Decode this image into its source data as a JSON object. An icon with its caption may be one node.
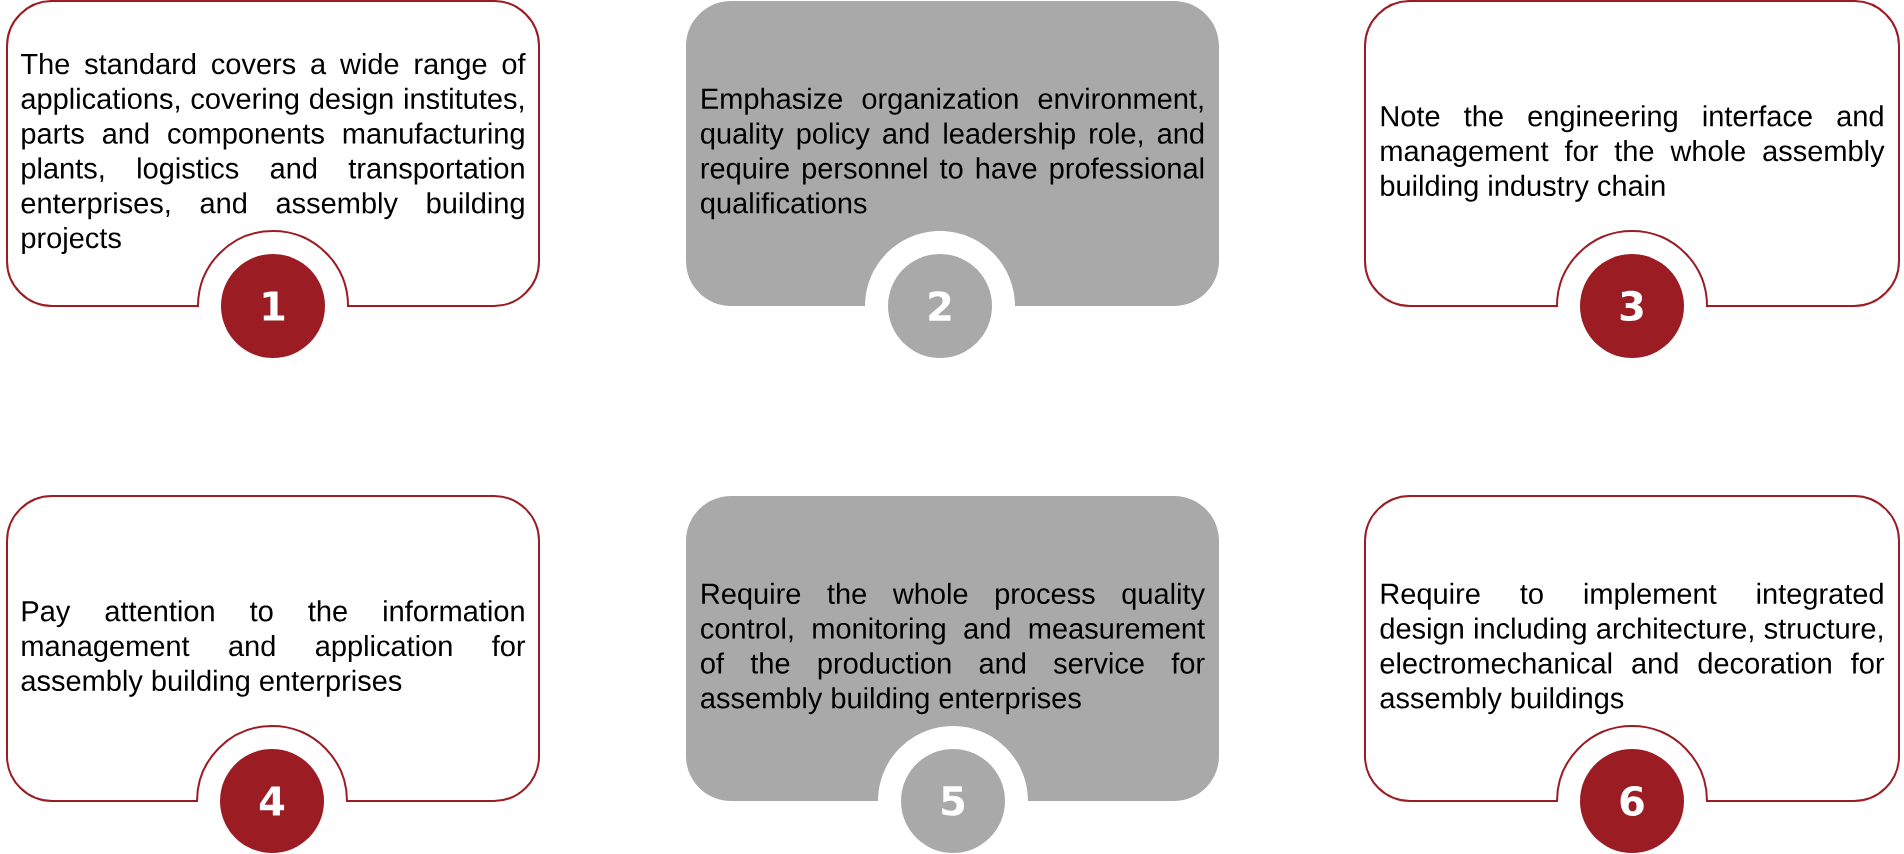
{
  "diagram": {
    "nodes": [
      {
        "text": [
          "The standard covers a wide range of applications, covering design institutes, parts and components manufacturing plants, logistics and transportation enterprises, and assembly building projects"
        ]
      },
      {
        "text": [
          "1"
        ]
      },
      {
        "text": [
          "Emphasize organization environment, quality policy and leadership role, and require personnel to have professional qualifications"
        ]
      },
      {
        "text": [
          "2"
        ]
      },
      {
        "text": [
          "Note the engineering interface and management for the whole assembly building industry chain"
        ]
      },
      {
        "text": [
          "3"
        ]
      },
      {
        "text": [
          "Pay attention to the information management and application for assembly building enterprises"
        ]
      },
      {
        "text": [
          "4"
        ]
      },
      {
        "text": [
          "Require the whole process quality control, monitoring and measurement of the production and service for assembly building enterprises"
        ]
      },
      {
        "text": [
          "5"
        ]
      },
      {
        "text": [
          "Require to implement integrated design including architecture, structure, electromechanical and decoration for assembly buildings"
        ]
      },
      {
        "text": [
          "6"
        ]
      }
    ]
  }
}
